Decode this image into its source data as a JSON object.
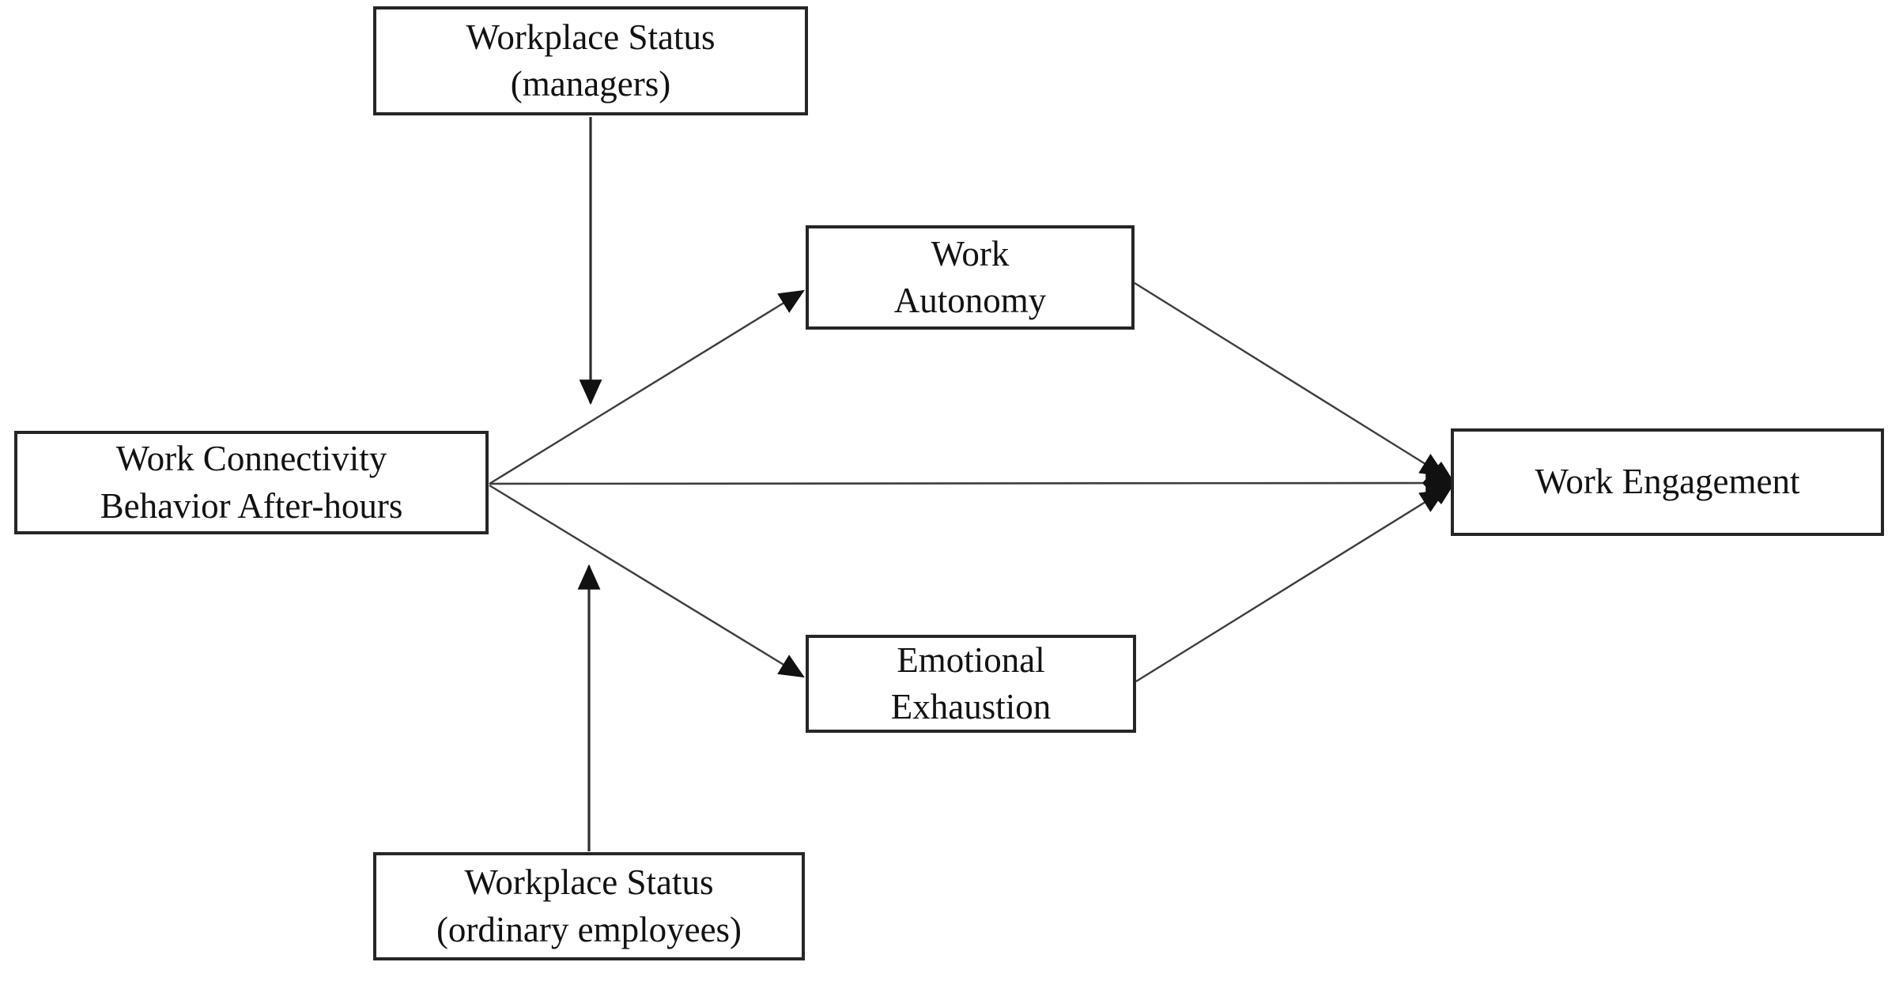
{
  "diagram": {
    "background_color": "#ffffff",
    "box_border_color": "#262626",
    "line_color": "#3d3d3d",
    "arrowhead_color": "#111111",
    "nodes": {
      "managers": {
        "label": "Workplace Status\n(managers)"
      },
      "wcba": {
        "label": "Work Connectivity\nBehavior After-hours"
      },
      "autonomy": {
        "label": "Work\nAutonomy"
      },
      "exhaustion": {
        "label": "Emotional\nExhaustion"
      },
      "engagement": {
        "label": "Work Engagement"
      },
      "ordinary": {
        "label": "Workplace Status\n(ordinary employees)"
      }
    },
    "edges": [
      {
        "from": "wcba",
        "to": "autonomy",
        "type": "direct-arrow"
      },
      {
        "from": "wcba",
        "to": "engagement",
        "type": "direct-arrow"
      },
      {
        "from": "wcba",
        "to": "exhaustion",
        "type": "direct-arrow"
      },
      {
        "from": "autonomy",
        "to": "engagement",
        "type": "direct-arrow"
      },
      {
        "from": "exhaustion",
        "to": "engagement",
        "type": "direct-arrow"
      },
      {
        "from": "managers",
        "to": "path-wcba-autonomy",
        "type": "moderation-arrow"
      },
      {
        "from": "ordinary",
        "to": "path-wcba-exhaustion",
        "type": "moderation-arrow"
      }
    ]
  }
}
